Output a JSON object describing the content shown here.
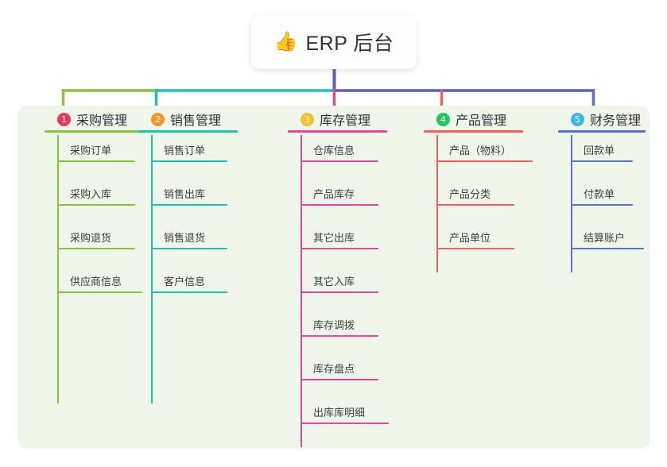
{
  "root": {
    "icon": "thumbs-up-icon",
    "icon_glyph": "👍",
    "label": "ERP 后台"
  },
  "palette": {
    "panel_background": "#eef7e9",
    "page_background": "#ffffff",
    "root_stem": "#5a5fc4",
    "text": "#2f3338"
  },
  "columns": [
    {
      "index": "1",
      "badge_number": "1",
      "badge_color": "#e8365d",
      "title": "采购管理",
      "line_color": "#86c440",
      "items": [
        {
          "label": "采购订单"
        },
        {
          "label": "采购入库"
        },
        {
          "label": "采购退货"
        },
        {
          "label": "供应商信息"
        }
      ]
    },
    {
      "index": "2",
      "badge_number": "2",
      "badge_color": "#f5952f",
      "title": "销售管理",
      "line_color": "#1fc1b0",
      "items": [
        {
          "label": "销售订单"
        },
        {
          "label": "销售出库"
        },
        {
          "label": "销售退货"
        },
        {
          "label": "客户信息"
        }
      ]
    },
    {
      "index": "3",
      "badge_number": "3",
      "badge_color": "#f7c02e",
      "title": "库存管理",
      "line_color": "#e0499b",
      "items": [
        {
          "label": "仓库信息"
        },
        {
          "label": "产品库存"
        },
        {
          "label": "其它出库"
        },
        {
          "label": "其它入库"
        },
        {
          "label": "库存调拨"
        },
        {
          "label": "库存盘点"
        },
        {
          "label": "出库库明细"
        }
      ]
    },
    {
      "index": "4",
      "badge_number": "4",
      "badge_color": "#22c55e",
      "title": "产品管理",
      "line_color": "#f4615c",
      "items": [
        {
          "label": "产品（物料）"
        },
        {
          "label": "产品分类"
        },
        {
          "label": "产品单位"
        }
      ]
    },
    {
      "index": "5",
      "badge_number": "5",
      "badge_color": "#3bb7e8",
      "title": "财务管理",
      "line_color": "#5a72c8",
      "items": [
        {
          "label": "回款单"
        },
        {
          "label": "付款单"
        },
        {
          "label": "结算账户"
        }
      ]
    }
  ]
}
